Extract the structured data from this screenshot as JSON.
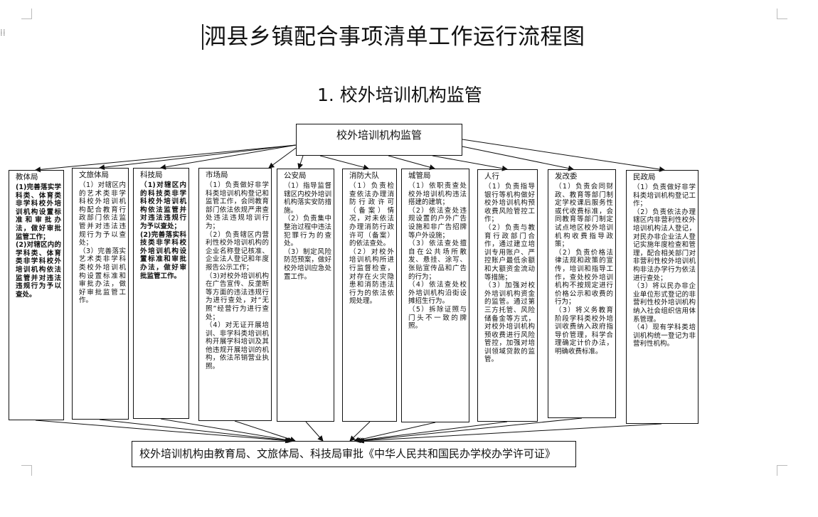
{
  "title": "泗县乡镇配合事项清单工作运行流程图",
  "subtitle": "1. 校外培训机构监管",
  "top_box": "校外培训机构监管",
  "bottom_box": "校外培训机构由教育局、文旅体局、科技局审批《中华人民共和国民办学校办学许可证》",
  "departments": [
    {
      "name": "教体局",
      "text": "(1)完善落实学科类、体育类非学科校外培训机构设置标准和审批办法，做好审批监管工作；\n(2)对辖区内的学科类、体育类非学科校外培训机构依法监管并对违法违规行为予以查处。"
    },
    {
      "name": "文旅体局",
      "text": "（1）对辖区内的艺术类非学科校外培训机构配合教育行政部门依法监管并对违法违规行为予以查处；\n（3）完善落实艺术类非学科类校外培训机构设置标准和审批办法，做好审批监管工作。"
    },
    {
      "name": "科技局",
      "text": "（1)对辖区内的科技类非学科校外培训机构依法监管并对违法违规行为予以查处；\n(2)完善落实科技类非学科校外培训机构设置标准和审批办法，做好审批监管工作。"
    },
    {
      "name": "市场局",
      "text": "（1）负责做好非学科类培训机构登记和监管工作，会同教育部门依法依规严肃查处违法违规培训行为；\n（2）负责辖区内营利性校外培训机构的企业名称登记核准、企业法人登记和年度报告公示工作；\n（3)对校外培训机构在广告宣传、反垄断等方面的违法违规行为进行查处，对“无照”经营行为进行查处；\n（4）对无证开展培训、非学科类培训机构开展学科培训及其他违规开展培训的机构，依法吊销营业执照。"
    },
    {
      "name": "公安局",
      "text": "（1）指导监督辖区内校外培训机构落实安防措施。\n（2）负责集中整治过程中违法犯罪行为的查处。\n（3）制定风险防范预案，做好校外培训应急处置工作。"
    },
    {
      "name": "消防大队",
      "text": "（1）负责检查依法办理消防行政许可（备案）情况，对未依法办理消防行政许可（备案）的依法查处。\n（2）对校外培训机构所进行监督检查，对存在火灾隐患和消防违法行为的依法依规处理。"
    },
    {
      "name": "城管局",
      "text": "（1）依职责查处校外培训机构违法搭建的建筑；\n（2）依法查处违规设置的户外广告设施和非广告招牌等户外设施；\n（3）依法查处擅自在公共场所散发、悬挂、涂写、张贴宣传品和广告的行为；\n（4）依法查处校外培训机构沿街设摊招生行为。\n（5）拆除证照与门头不一致的牌照。"
    },
    {
      "name": "人行",
      "text": "（1）负责指导银行等机构做好校外培训机构预收费风险管控工作；\n（2）负责与教育行政部门合作，通过建立培训专用账户、严控账户最低余额和大额资金流动等措施；\n（3）加强对校外培训机构资金的监管。通过第三方托管、风险储备金等方式，对校外培训机构预收费进行风险管控，加强对培训领域贷款的监管。"
    },
    {
      "name": "发改委",
      "text": "（1）负责会同财政、教育等部门制定学校课后服务性或代收费标准，会同教育等部门制定试点地区校外培训机构收费指导政策；\n（2）负责价格法律法规和政策的宣传，培训和指导工作，查处校外培训机构不按规定进行价格公示和收费的行为；\n（3）将义务教育阶段学科类校外培训收费纳入政府指导价管理，科学合理确定计价办法，明确收费标准。"
    },
    {
      "name": "民政局",
      "text": "（1）负责做好非学科类培训机构登记工作；\n（2）负责依法办理辖区内非营利性校外培训机构法人登记，对民办非企业法人登记实施年度检查和管理，配合相关部门对非营利性校外培训机构非法办学行为依法进行查处；\n（3）将以民办非企业单位形式登记的非营利性校外培训机构纳入社会组织信用体系管理。\n（4）现有学科类培训机构统一登记为非营利性机构。"
    }
  ]
}
